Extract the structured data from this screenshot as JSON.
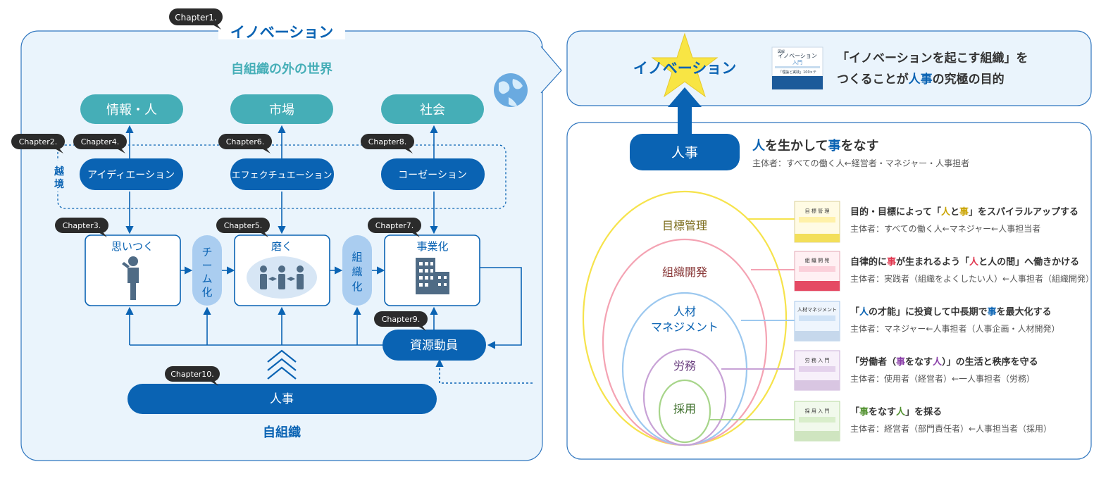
{
  "colors": {
    "primary": "#0a63b3",
    "teal": "#45aeb7",
    "light_bg": "#eaf4fc",
    "chip": "#2b2b2b",
    "light_pill": "#aacdf0",
    "yellow": "#f6e34c",
    "pink": "#f4a3b3",
    "blue": "#9cc8ef",
    "purple": "#c8a2d6",
    "green": "#a7d58a"
  },
  "left": {
    "title": "イノベーション",
    "chapters": {
      "c1": "Chapter1.",
      "c2": "Chapter2.",
      "c3": "Chapter3.",
      "c4": "Chapter4.",
      "c5": "Chapter5.",
      "c6": "Chapter6.",
      "c7": "Chapter7.",
      "c8": "Chapter8.",
      "c9": "Chapter9.",
      "c10": "Chapter10."
    },
    "outer_world": "自組織の外の世界",
    "outer_nodes": [
      "情報・人",
      "市場",
      "社会"
    ],
    "boundary": [
      "越",
      "境"
    ],
    "mid_nodes": [
      "アイディエーション",
      "エフェクチュエーション",
      "コーゼーション"
    ],
    "stages": [
      "思いつく",
      "磨く",
      "事業化"
    ],
    "connectors": [
      [
        "チ",
        "ー",
        "ム",
        "化"
      ],
      [
        "組",
        "織",
        "化"
      ]
    ],
    "resource": "資源動員",
    "jinji": "人事",
    "own_org": "自組織"
  },
  "right_top": {
    "title": "イノベーション",
    "book": {
      "line1": "図解",
      "line2": "イノベーション",
      "line3": "入門",
      "line4": "「理論と実践」100×テ"
    },
    "goal_line1": "「イノベーションを起こす組織」を",
    "goal_line2_a": "つくることが",
    "goal_line2_b": "人事",
    "goal_line2_c": "の究極の目的"
  },
  "right_bottom": {
    "jinji": "人事",
    "motto_a": "人",
    "motto_b": "を生かして",
    "motto_c": "事",
    "motto_d": "をなす",
    "subject": "主体者：すべての働く人←経営者・マネジャー・人事担者",
    "circles": [
      "目標管理",
      "組織開発",
      "人材",
      "マネジメント",
      "労務",
      "採用"
    ],
    "items": [
      {
        "book": "目 標 管 理",
        "desc": [
          "目的・目標によって「",
          "人",
          "と",
          "事",
          "」をスパイラルアップする"
        ],
        "sub": "主体者：すべての働く人←マネジャー←人事担当者"
      },
      {
        "book": "組 織 開 発",
        "desc": [
          "自律的に",
          "事",
          "が生まれるよう「",
          "人",
          "と人の間」へ働きかける"
        ],
        "sub": "主体者：実践者（組織をよくしたい人）←人事担者（組織開発）"
      },
      {
        "book": "人材マネジメント",
        "desc": [
          "「",
          "人",
          "の才能」に投資して中長期で",
          "事",
          "を最大化する"
        ],
        "sub": "主体者：マネジャー←人事担者（人事企画・人材開発）"
      },
      {
        "book": "労 務 入 門",
        "desc": [
          "「労働者（",
          "事",
          "をなす",
          "人",
          "）」の生活と秩序を守る"
        ],
        "sub": "主体者：使用者（経営者）←一人事担者（労務）"
      },
      {
        "book": "採 用 入 門",
        "desc": [
          "「",
          "事",
          "をなす",
          "人",
          "」を採る"
        ],
        "sub": "主体者：経営者（部門責任者）←人事担当者（採用）"
      }
    ]
  }
}
